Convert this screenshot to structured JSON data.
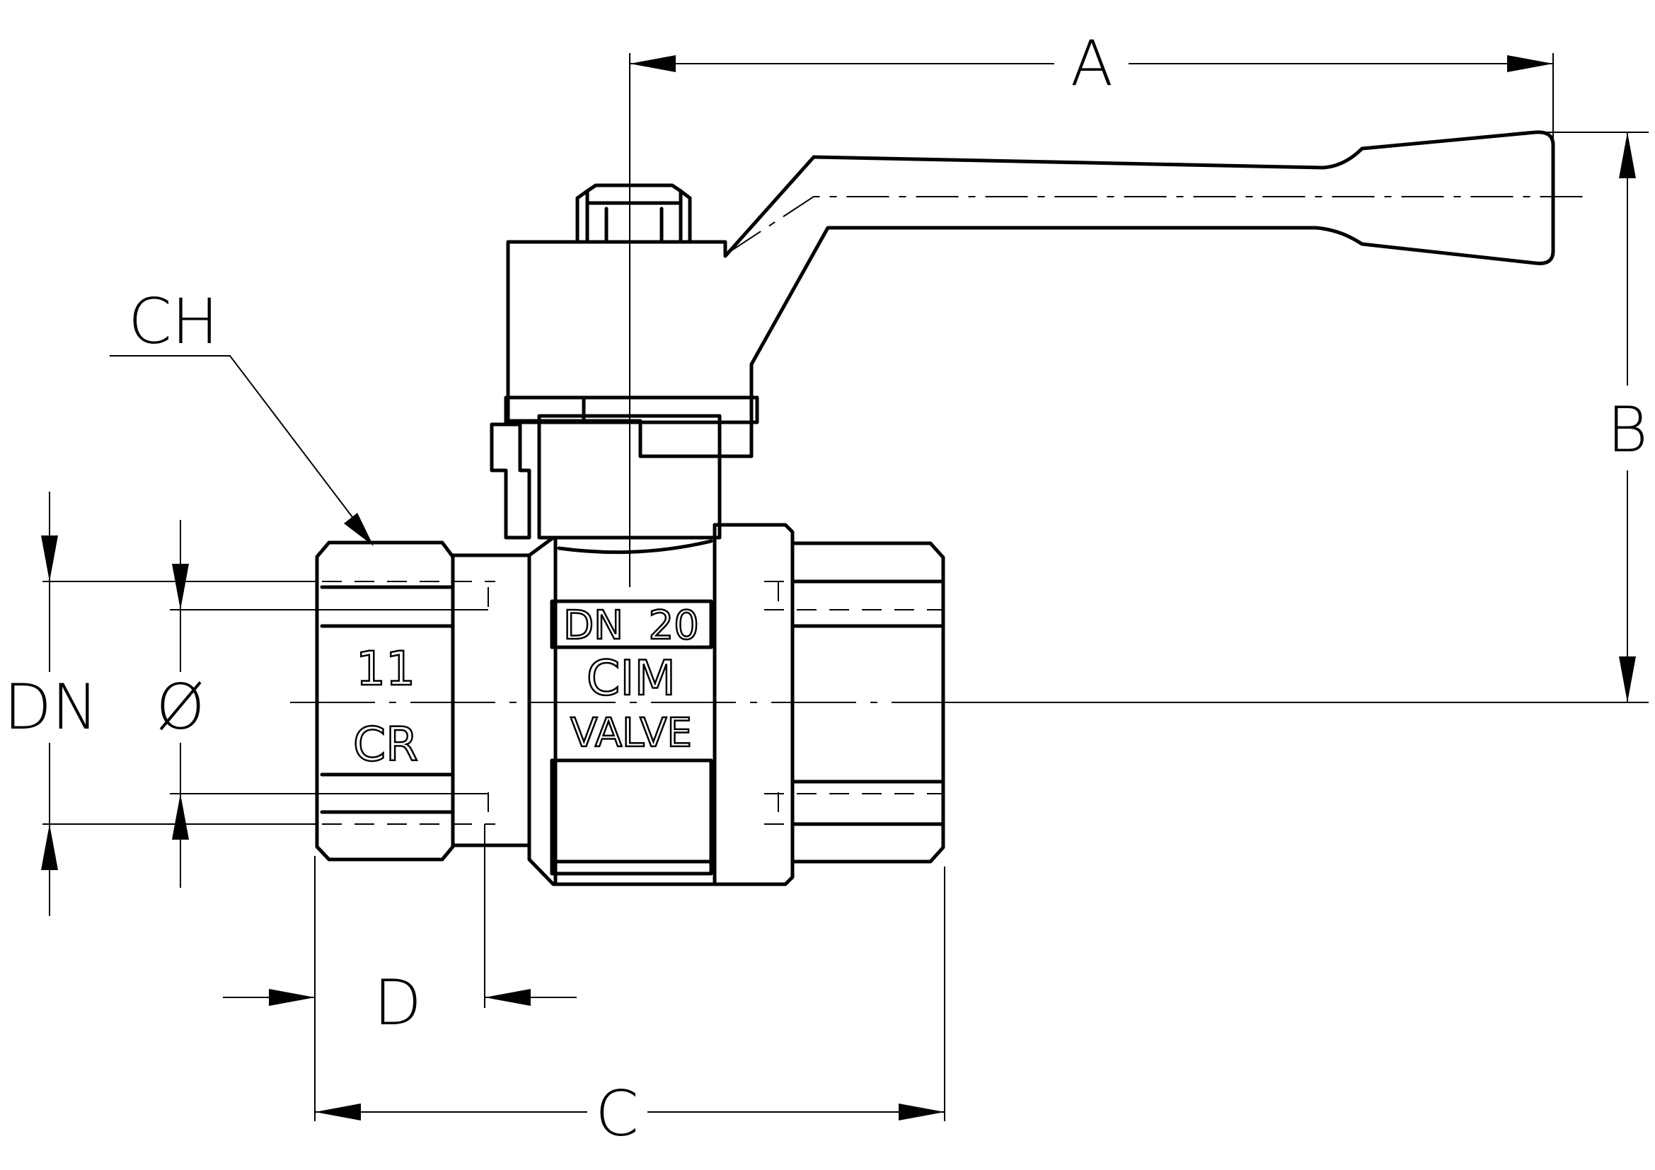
{
  "dimensions": {
    "A": "A",
    "B": "B",
    "C": "C",
    "D": "D",
    "CH": "CH",
    "DN": "DN",
    "diameter": "Ø"
  },
  "markings": {
    "size": "DN  20",
    "brand_line1": "CIM",
    "brand_line2": "VALVE",
    "model": "11",
    "logo": "CR"
  }
}
